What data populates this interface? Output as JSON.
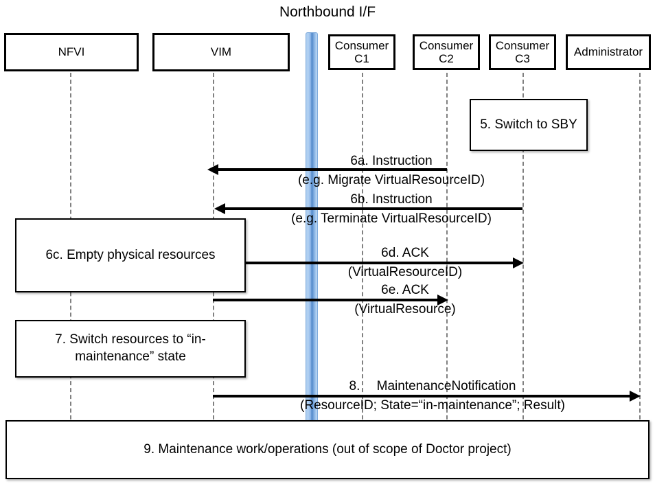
{
  "title": "Northbound I/F",
  "actors": [
    {
      "name": "nfvi",
      "lines": [
        "NFVI"
      ]
    },
    {
      "name": "vim",
      "lines": [
        "VIM"
      ]
    },
    {
      "name": "consumer-c1",
      "lines": [
        "Consumer",
        "C1"
      ]
    },
    {
      "name": "consumer-c2",
      "lines": [
        "Consumer",
        "C2"
      ]
    },
    {
      "name": "consumer-c3",
      "lines": [
        "Consumer",
        "C3"
      ]
    },
    {
      "name": "administrator",
      "lines": [
        "Administrator"
      ]
    }
  ],
  "notes": [
    {
      "name": "note-step-5",
      "lines": [
        "5. Switch to",
        "SBY"
      ]
    },
    {
      "name": "note-step-6c",
      "lines": [
        "6c. Empty physical resources"
      ]
    },
    {
      "name": "note-step-7",
      "lines": [
        "7. Switch resources to",
        "“in-maintenance” state"
      ]
    },
    {
      "name": "note-step-9",
      "lines": [
        "9. Maintenance work/operations",
        "(out of scope of Doctor project)"
      ]
    }
  ],
  "messages": [
    {
      "name": "message-6a",
      "label_line1": "6a. Instruction",
      "label_line2": "(e.g. Migrate VirtualResourceID)",
      "from": "consumer-c2",
      "to": "vim",
      "direction": "left"
    },
    {
      "name": "message-6b",
      "label_line1": "6b. Instruction",
      "label_line2": "(e.g. Terminate VirtualResourceID)",
      "from": "consumer-c3",
      "to": "vim",
      "direction": "left"
    },
    {
      "name": "message-6d",
      "label_line1": "6d. ACK",
      "label_line2": "(VirtualResourceID)",
      "from": "vim",
      "to": "consumer-c3",
      "direction": "right"
    },
    {
      "name": "message-6e",
      "label_line1": "6e. ACK",
      "label_line2": "(VirtualResource)",
      "from": "vim",
      "to": "consumer-c2",
      "direction": "right"
    },
    {
      "name": "message-8",
      "label_line1": "8.  MaintenanceNotification",
      "label_line2": "(ResourceID; State=“in-maintenance”; Result)",
      "from": "vim",
      "to": "administrator",
      "direction": "right"
    }
  ],
  "colors": {
    "stroke": "#000000",
    "lifeline": "#808080",
    "northbound_bar_light": "#a9cbf0",
    "northbound_bar_dark": "#4f86c6",
    "background": "#ffffff"
  }
}
